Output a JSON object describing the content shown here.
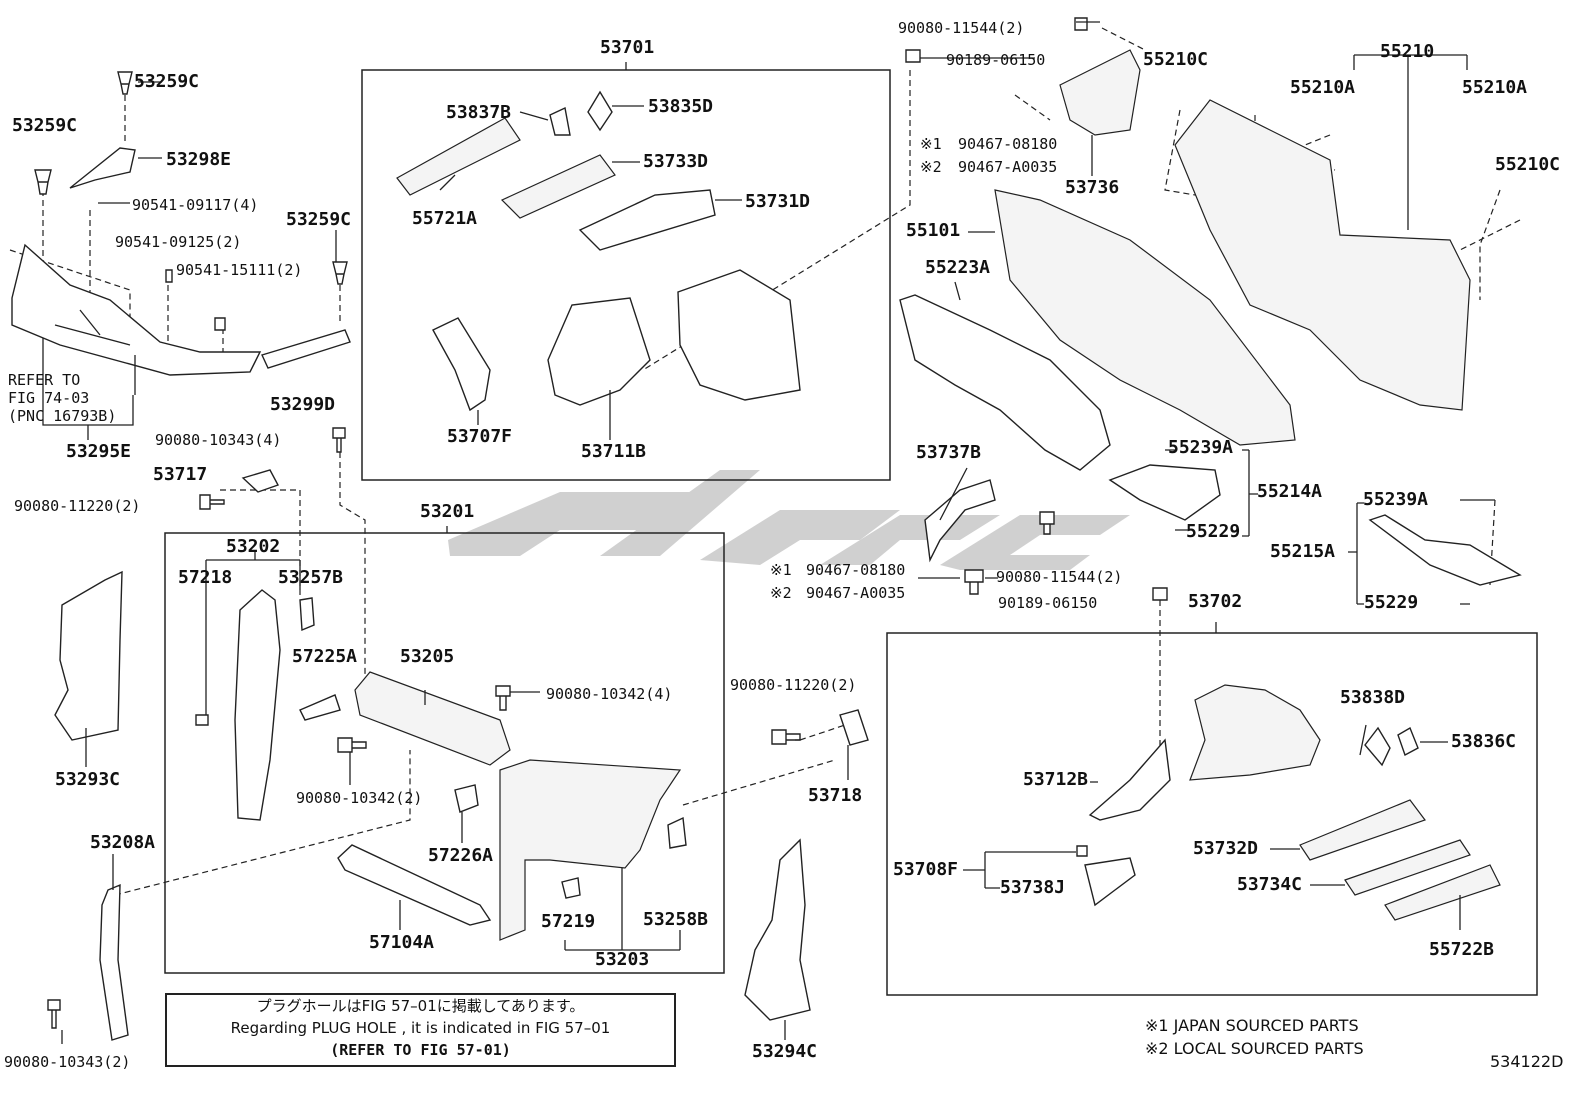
{
  "labels": {
    "l53259C_a": "53259C",
    "l53259C_b": "53259C",
    "l53259C_c": "53259C",
    "l53298E": "53298E",
    "l90541_09117": "90541-09117(4)",
    "l90541_09125": "90541-09125(2)",
    "l90541_15111": "90541-15111(2)",
    "l53299D": "53299D",
    "l53295E": "53295E",
    "l53717": "53717",
    "l90080_11220_a": "90080-11220(2)",
    "l90080_10343_a": "90080-10343(4)",
    "l53701": "53701",
    "l53837B": "53837B",
    "l53835D": "53835D",
    "l53733D": "53733D",
    "l55721A": "55721A",
    "l53731D": "53731D",
    "l53707F": "53707F",
    "l53711B": "53711B",
    "l90080_11544_a": "90080-11544(2)",
    "l90189_06150_a": "90189-06150",
    "l55210C_a": "55210C",
    "l55210": "55210",
    "l55210A_a": "55210A",
    "l55210A_b": "55210A",
    "l55210C_b": "55210C",
    "l90467_08180_a": "90467-08180",
    "l90467_A0035_a": "90467-A0035",
    "l53736": "53736",
    "l55101": "55101",
    "l55223A": "55223A",
    "l53737B": "53737B",
    "l55239A_a": "55239A",
    "l55214A": "55214A",
    "l55229_a": "55229",
    "l55239A_b": "55239A",
    "l55215A": "55215A",
    "l55229_b": "55229",
    "l90467_08180_b": "90467-08180",
    "l90467_A0035_b": "90467-A0035",
    "l90080_11544_b": "90080-11544(2)",
    "l90189_06150_b": "90189-06150",
    "l53702": "53702",
    "l53201": "53201",
    "l53202": "53202",
    "l57218": "57218",
    "l53257B": "53257B",
    "l57225A": "57225A",
    "l53205": "53205",
    "l90080_10342_a": "90080-10342(4)",
    "l90080_10342_b": "90080-10342(2)",
    "l57226A": "57226A",
    "l57104A": "57104A",
    "l57219": "57219",
    "l53258B": "53258B",
    "l53203": "53203",
    "l53293C": "53293C",
    "l53208A": "53208A",
    "l90080_10343_b": "90080-10343(2)",
    "l90080_11220_b": "90080-11220(2)",
    "l53718": "53718",
    "l53294C": "53294C",
    "l53712B": "53712B",
    "l53838D": "53838D",
    "l53836C": "53836C",
    "l53708F": "53708F",
    "l53738J": "53738J",
    "l53732D": "53732D",
    "l53734C": "53734C",
    "l55722B": "55722B"
  },
  "marks": {
    "x1a": "※1",
    "x2a": "※2",
    "x1b": "※1",
    "x2b": "※2"
  },
  "refer": {
    "line1": "REFER TO",
    "line2": "FIG 74-03",
    "line3": "(PNC 16793B)"
  },
  "note": {
    "jp": "プラグホールはFIG 57–01に掲載してあります。",
    "en": "Regarding PLUG HOLE , it is indicated in FIG 57–01",
    "ref": "(REFER TO FIG 57-01)"
  },
  "legend": {
    "l1": "※1 JAPAN SOURCED PARTS",
    "l2": "※2 LOCAL SOURCED PARTS"
  },
  "figure_id": "534122D",
  "watermark_color": "#c8c8c8"
}
